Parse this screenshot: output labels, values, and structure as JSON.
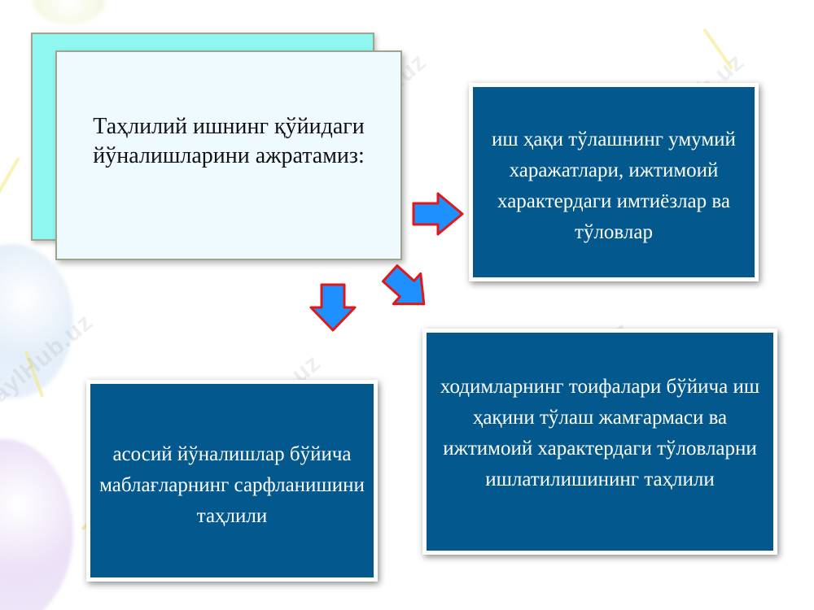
{
  "watermark": "FaylHub.uz",
  "heading": {
    "text": "Таҳлилий  ишнинг қўйидаги йўналишларини ажратамиз:"
  },
  "boxes": {
    "right": "иш ҳақи тўлашнинг умумий харажатлари, ижтимоий характердаги имтиёзлар ва тўловлар",
    "bottom_right": "ходимларнинг тоифалари бўйича иш ҳақини тўлаш жамғармаси ва ижтимоий характердаги тўловларни ишлатилишининг таҳлили",
    "bottom_left": "асосий йўналишлар бўйича маблағларнинг сарфланишини таҳлили"
  },
  "colors": {
    "box_blue": "#03598e",
    "heading_back": "#8ff7f0",
    "heading_front": "#eefafe",
    "arrow_fill": "#1e90ff",
    "arrow_stroke": "#e01818"
  },
  "icons": {
    "arrows": [
      "arrow-right-icon",
      "arrow-down-right-icon",
      "arrow-down-icon"
    ]
  }
}
